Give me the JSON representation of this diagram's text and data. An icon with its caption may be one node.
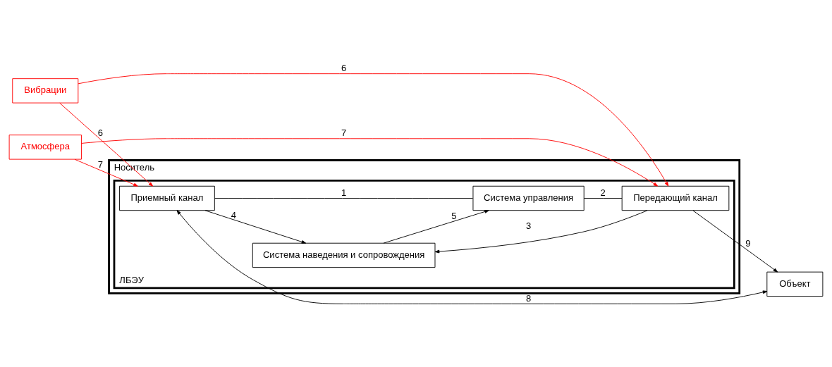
{
  "diagram": {
    "nodes": [
      {
        "text": [
          "Носитель"
        ]
      },
      {
        "text": [
          "ЛБЭУ"
        ],
        "in": 0
      },
      {
        "text": [
          "Приемный канал"
        ],
        "in": 1
      },
      {
        "text": [
          "Система наведения и сопровождения"
        ],
        "in": 1
      },
      {
        "text": [
          "Система управления"
        ],
        "in": 1
      },
      {
        "text": [
          "Передающий канал"
        ],
        "in": 1
      },
      {
        "text": [
          "Вибрации"
        ]
      },
      {
        "text": [
          "Атмосфера"
        ]
      },
      {
        "text": [
          "Объект"
        ]
      }
    ],
    "edges": [
      {
        "from": 6,
        "to": 2,
        "arrow": "to",
        "label": "6",
        "color": "#ff0000"
      },
      {
        "from": 8,
        "to": 2,
        "arrow": "both",
        "label": "8"
      },
      {
        "from": 7,
        "to": 2,
        "arrow": "to",
        "label": "7",
        "color": "#ff0000"
      },
      {
        "from": 2,
        "to": 3,
        "arrow": "to",
        "label": "4"
      },
      {
        "from": 2,
        "to": 4,
        "arrow": "none",
        "label": "1"
      },
      {
        "from": 3,
        "to": 4,
        "arrow": "to",
        "label": "5"
      },
      {
        "from": 4,
        "to": 5,
        "arrow": "none",
        "label": "2"
      },
      {
        "from": 5,
        "to": 3,
        "arrow": "to",
        "label": "3"
      },
      {
        "from": 7,
        "to": 5,
        "arrow": "to",
        "label": "7",
        "color": "#ff0000"
      },
      {
        "from": 6,
        "to": 5,
        "arrow": "to",
        "label": "6",
        "color": "#ff0000"
      },
      {
        "from": 5,
        "to": 8,
        "arrow": "to",
        "label": "9"
      }
    ]
  }
}
